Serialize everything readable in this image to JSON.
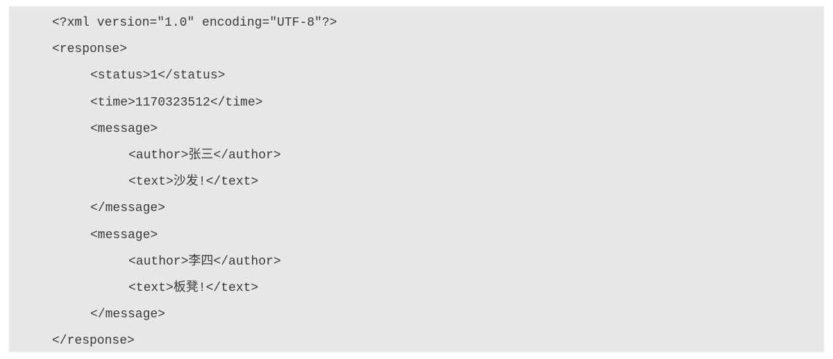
{
  "code_lines": [
    {
      "text": "<?xml version=\"1.0\" encoding=\"UTF-8\"?>",
      "indent": 0
    },
    {
      "text": "<response>",
      "indent": 0
    },
    {
      "text": "<status>1</status>",
      "indent": 1
    },
    {
      "text": "<time>1170323512</time>",
      "indent": 1
    },
    {
      "text": "<message>",
      "indent": 1
    },
    {
      "text": "<author>张三</author>",
      "indent": 2
    },
    {
      "text": "<text>沙发!</text>",
      "indent": 2
    },
    {
      "text": "</message>",
      "indent": 1
    },
    {
      "text": "<message>",
      "indent": 1
    },
    {
      "text": "<author>李四</author>",
      "indent": 2
    },
    {
      "text": "<text>板凳!</text>",
      "indent": 2
    },
    {
      "text": "</message>",
      "indent": 1
    },
    {
      "text": "</response>",
      "indent": 0
    }
  ]
}
